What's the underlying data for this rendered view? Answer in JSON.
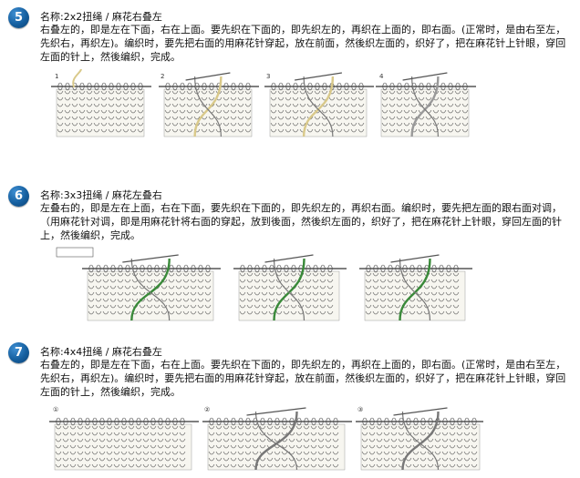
{
  "sections": [
    {
      "number": "5",
      "title": "名称:2x2扭绳 / 麻花右叠左",
      "body": "右叠左的，即是左在下面，右在上面。要先织在下面的，即先织左的，再织在上面的，即右面。(正常时，是由右至左，先织右，再织左)。编织时，要先把右面的用麻花针穿起，放在前面，然後织左面的，织好了，把在麻花针上针眼，穿回左面的针上，然後编织，完成。",
      "panels": [
        "1",
        "2",
        "3",
        "4"
      ],
      "illustration": "knitting-cable-2x2-steps"
    },
    {
      "number": "6",
      "title": "名称:3x3扭绳 / 麻花左叠右",
      "body": "左叠右的，即是左在上面，右在下面，要先织在下面的，即先织左的，再织右面。编织时，要先把左面的跟右面对调，（用麻花针对调，即是用麻花针将右面的穿起，放到後面，然後织左面的，织好了，把在麻花针上针眼，穿回左面的针上，然後编织，完成。",
      "panels": [],
      "illustration": "knitting-cable-3x3-steps"
    },
    {
      "number": "7",
      "title": "名称:4x4扭绳 / 麻花右叠左",
      "body": "右叠左的，即是左在下面，右在上面。要先织在下面的，即先织左的，再织在上面的，即右面。(正常时，是由右至左，先织右，再织左)。编织时，要先把右面的用麻花针穿起，放在前面，然後织左面的，织好了，把在麻花针上针眼，穿回左面的针上，然後编织，完成。",
      "panels": [
        "①",
        "②",
        "③"
      ],
      "illustration": "knitting-cable-4x4-steps"
    }
  ],
  "colors": {
    "badge": "#1a67a8",
    "yarn": "#d9c98a",
    "cable_green": "#3a8a3a",
    "needle": "#555555"
  }
}
